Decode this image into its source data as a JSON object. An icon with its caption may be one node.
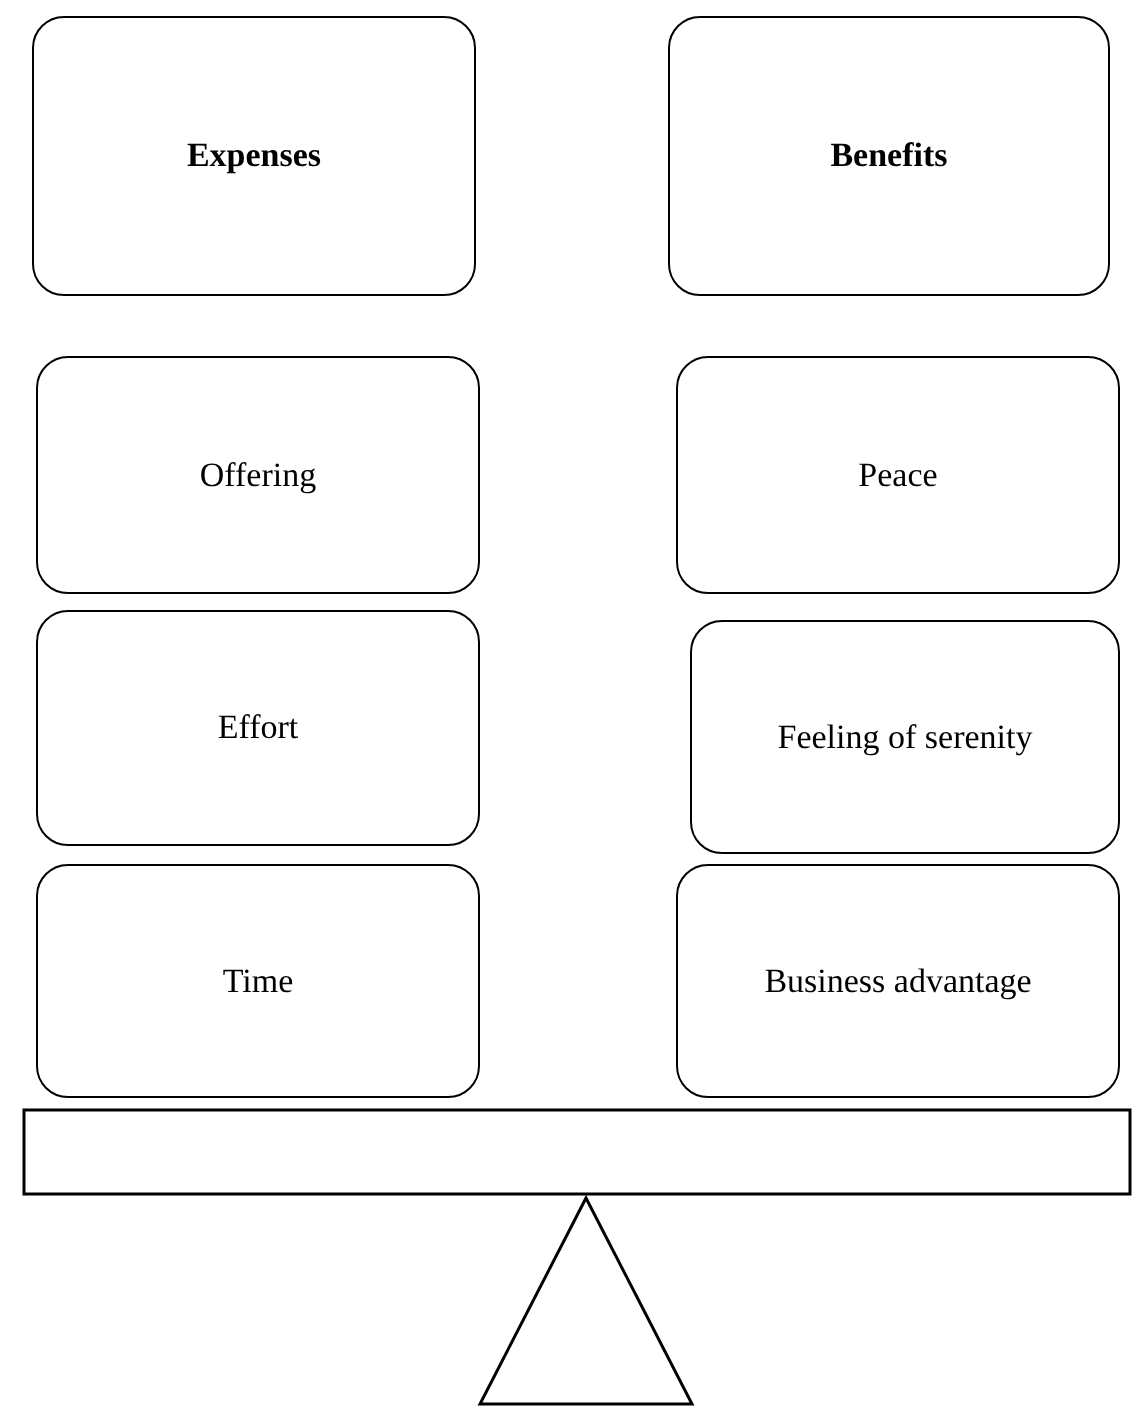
{
  "diagram": {
    "nodes": [
      {
        "text": [
          "Expenses"
        ]
      },
      {
        "text": [
          "Benefits"
        ]
      },
      {
        "text": [
          "Offering"
        ]
      },
      {
        "text": [
          "Peace"
        ]
      },
      {
        "text": [
          "Effort"
        ]
      },
      {
        "text": [
          "Feeling of serenity"
        ]
      },
      {
        "text": [
          "Time"
        ]
      },
      {
        "text": [
          "Business advantage"
        ]
      }
    ]
  }
}
